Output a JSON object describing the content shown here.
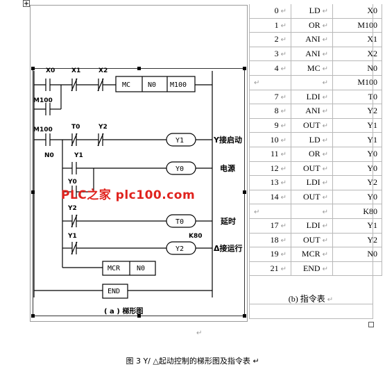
{
  "ladder": {
    "contacts": {
      "x0": "X0",
      "x1": "X1",
      "x2": "X2",
      "m100_a": "M100",
      "m100_b": "M100",
      "n0": "N0",
      "t0_contact": "T0",
      "y2_contact_a": "Y2",
      "y1_contact_a": "Y1",
      "y0_contact": "Y0",
      "y2_contact_b": "Y2",
      "y1_contact_b": "Y1"
    },
    "mc_box": [
      "MC",
      "N0",
      "M100"
    ],
    "coils": {
      "y1": "Y1",
      "y0": "Y0",
      "t0": "T0",
      "y2": "Y2"
    },
    "k80": "K80",
    "labels": {
      "y_start": "Y接启动",
      "power": "电源",
      "delay": "延时",
      "delta_run": "Δ接运行"
    },
    "mcr_box": [
      "MCR",
      "N0"
    ],
    "end_label": "END",
    "caption": "( a ) 梯形图"
  },
  "instruction_table": {
    "rows": [
      {
        "step": "0",
        "op": "LD",
        "arg": "X0"
      },
      {
        "step": "1",
        "op": "OR",
        "arg": "M100"
      },
      {
        "step": "2",
        "op": "ANI",
        "arg": "X1"
      },
      {
        "step": "3",
        "op": "ANI",
        "arg": "X2"
      },
      {
        "step": "4",
        "op": "MC",
        "arg": "N0"
      },
      {
        "step": "",
        "op": "",
        "arg": "M100"
      },
      {
        "step": "7",
        "op": "LDI",
        "arg": "T0"
      },
      {
        "step": "8",
        "op": "ANI",
        "arg": "Y2"
      },
      {
        "step": "9",
        "op": "OUT",
        "arg": "Y1"
      },
      {
        "step": "10",
        "op": "LD",
        "arg": "Y1"
      },
      {
        "step": "11",
        "op": "OR",
        "arg": "Y0"
      },
      {
        "step": "12",
        "op": "OUT",
        "arg": "Y0"
      },
      {
        "step": "13",
        "op": "LDI",
        "arg": "Y2"
      },
      {
        "step": "14",
        "op": "OUT",
        "arg": "Y0"
      },
      {
        "step": "",
        "op": "",
        "arg": "K80"
      },
      {
        "step": "17",
        "op": "LDI",
        "arg": "Y1"
      },
      {
        "step": "18",
        "op": "OUT",
        "arg": "Y2"
      },
      {
        "step": "19",
        "op": "MCR",
        "arg": "N0"
      },
      {
        "step": "21",
        "op": "END",
        "arg": ""
      }
    ],
    "caption": "(b) 指令表",
    "para_mark": "↵"
  },
  "watermark": "PLC之家 plc100.com",
  "figure_caption": "图 3 Y/ △起动控制的梯形图及指令表 ↵",
  "colors": {
    "watermark": "#e0231e",
    "grid": "#b8b8b8"
  }
}
